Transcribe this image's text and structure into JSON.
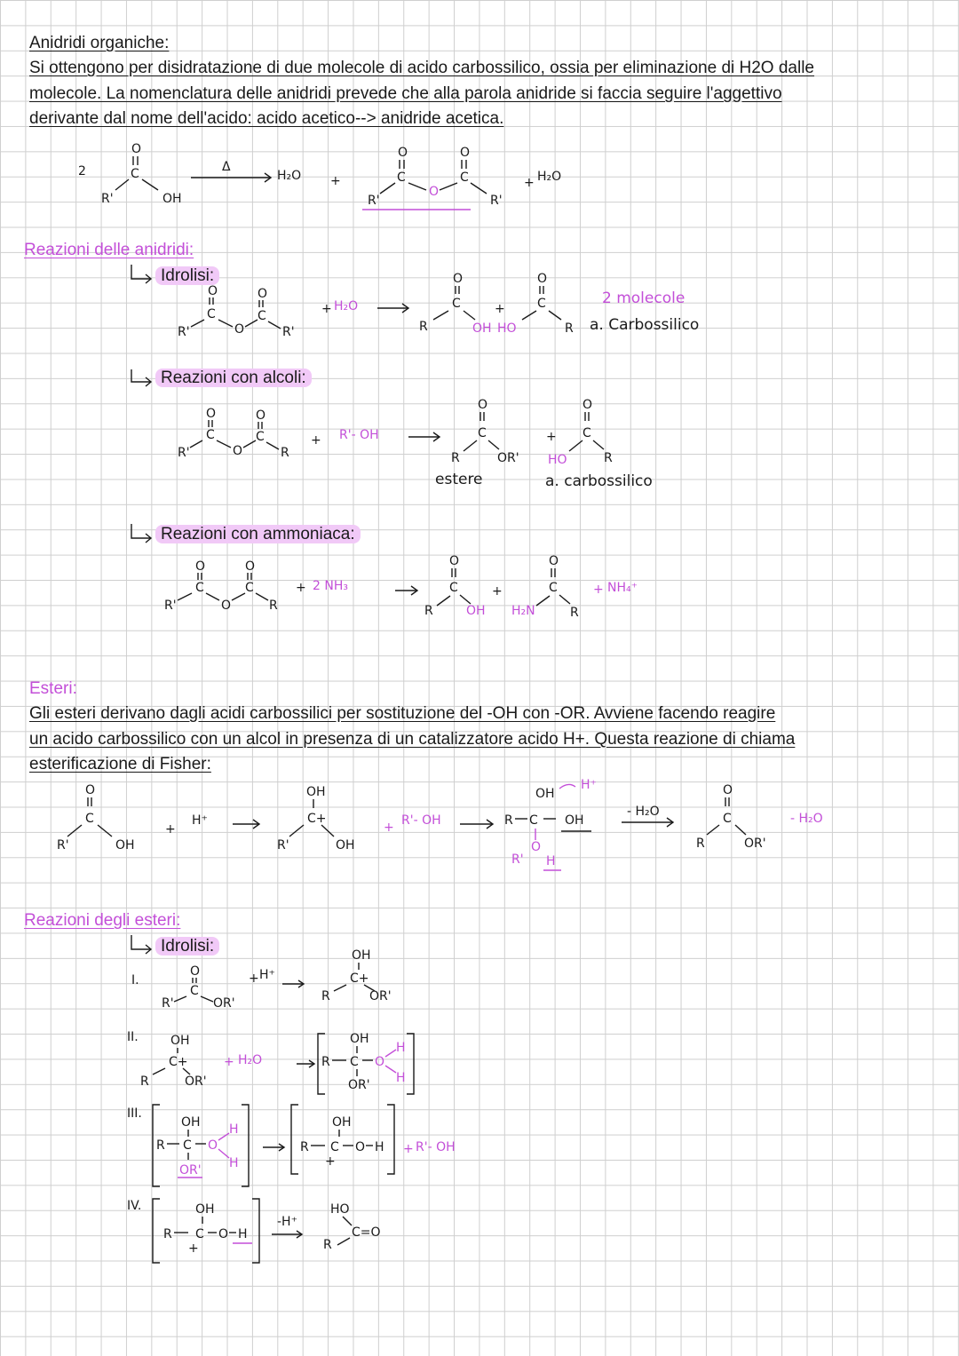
{
  "anidridi": {
    "title": "Anidridi organiche:",
    "line1": "Si ottengono per disidratazione di due molecole di acido carbossilico, ossia per eliminazione di H2O dalle",
    "line2": "molecole. La nomenclatura delle anidridi prevede che alla parola anidride si faccia seguire l'aggettivo",
    "line3": "derivante dal nome dell'acido: acido acetico--> anidride acetica."
  },
  "reazioni_anidridi": {
    "title": "Reazioni delle anidridi:",
    "idrolisi": "Idrolisi:",
    "alcoli": "Reazioni con alcoli:",
    "ammoniaca": "Reazioni con ammoniaca:",
    "note_idrolisi": [
      "2 molecole",
      "a. Carbossilico"
    ],
    "note_estere": "estere",
    "note_acido": "a. carbossilico"
  },
  "esteri": {
    "title": "Esteri:",
    "line1": "Gli esteri derivano dagli acidi carbossilici per sostituzione del -OH con -OR. Avviene facendo reagire",
    "line2": "un acido carbossilico con un alcol in presenza di un catalizzatore acido H+. Questa reazione di chiama",
    "line3": "esterificazione di Fisher:"
  },
  "reazioni_esteri": {
    "title": "Reazioni degli esteri:",
    "idrolisi": "Idrolisi:",
    "steps": [
      "I.",
      "II.",
      "III.",
      "IV."
    ]
  },
  "chem": {
    "coef2": "2",
    "delta": "Δ",
    "h2o": "H₂O",
    "plus": "+",
    "r": "R",
    "r1": "R'",
    "o": "O",
    "oh": "OH",
    "ho": "HO",
    "or1": "OR'",
    "r1oh": "R'- OH",
    "nh3": "2 NH₃",
    "h2n": "H₂N",
    "nh4": "NH₄⁺",
    "hplus": "H⁺",
    "minus_h2o": "- H₂O",
    "minus_hplus": "-H⁺",
    "c": "C",
    "cplus": "C+",
    "h": "H",
    "co": "C=O"
  }
}
